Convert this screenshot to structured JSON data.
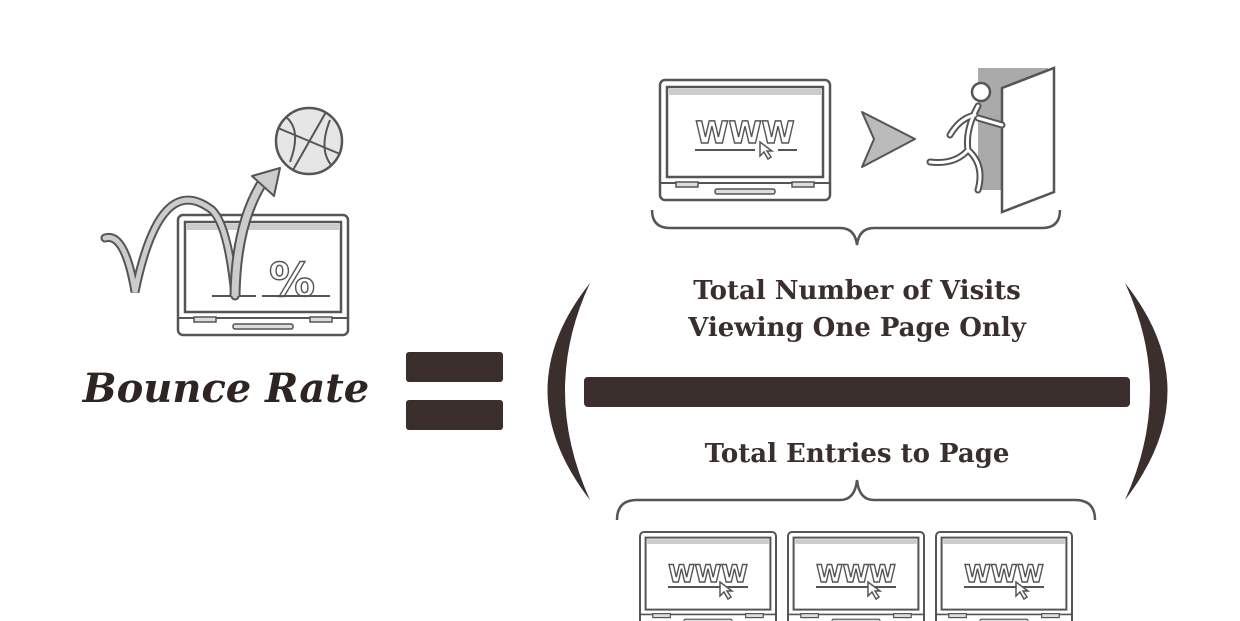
{
  "title": "Bounce Rate",
  "numerator": {
    "line1": "Total Number of Visits",
    "line2": "Viewing One Page Only"
  },
  "denominator": "Total Entries to Page",
  "percent_symbol": "%",
  "www_label": "WWW",
  "colors": {
    "dark": "#3a2f2d",
    "line": "#555555",
    "fill": "#d6d6d6"
  }
}
